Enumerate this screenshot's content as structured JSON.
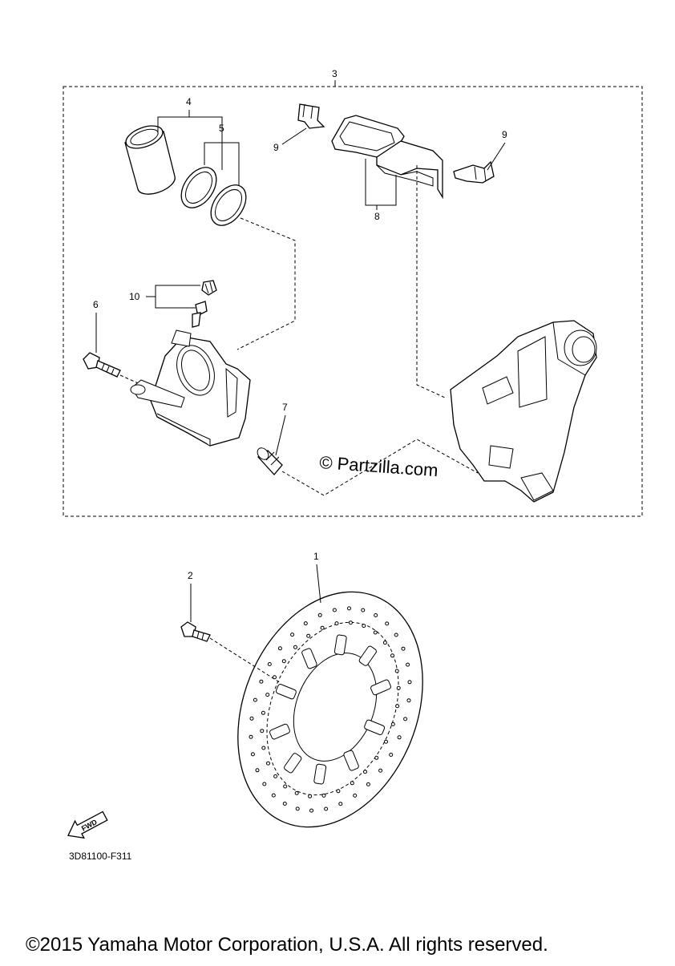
{
  "callouts": {
    "c1": "1",
    "c2": "2",
    "c3": "3",
    "c4": "4",
    "c5": "5",
    "c6": "6",
    "c7": "7",
    "c8": "8",
    "c9a": "9",
    "c9b": "9",
    "c10": "10"
  },
  "watermark": "© Partzilla.com",
  "fwd_label": "FWD",
  "diagram_code": "3D81100-F311",
  "copyright": "©2015 Yamaha Motor Corporation, U.S.A. All rights reserved."
}
